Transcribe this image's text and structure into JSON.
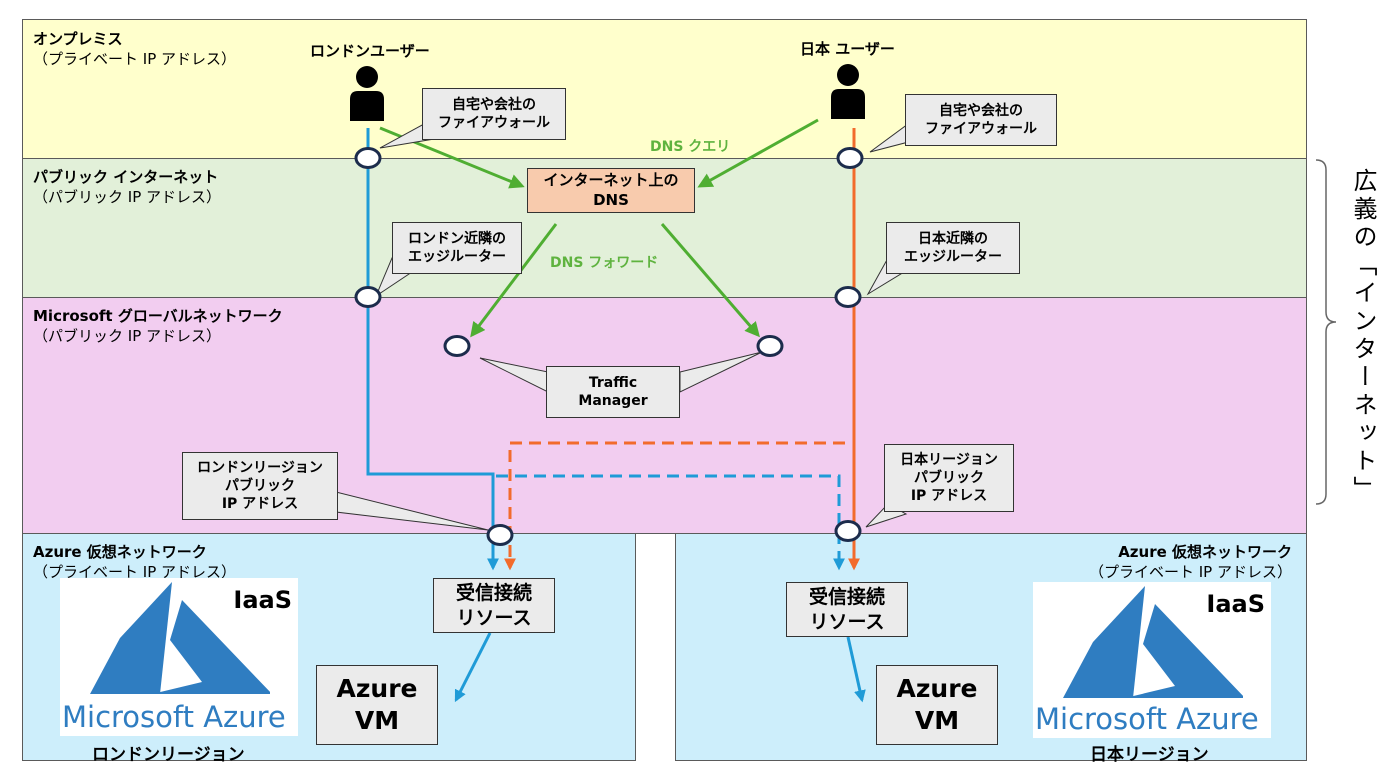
{
  "bands": {
    "onprem": {
      "title": "オンプレミス",
      "sub": "（プライベート IP アドレス）"
    },
    "public_internet": {
      "title": "パブリック インターネット",
      "sub": "（パブリック IP アドレス）"
    },
    "ms_global": {
      "title": "Microsoft グローバルネットワーク",
      "sub": "（パブリック IP アドレス）"
    },
    "azure_vnet_left": {
      "title": "Azure 仮想ネットワーク",
      "sub": "（プライベート IP アドレス）"
    },
    "azure_vnet_right": {
      "title": "Azure 仮想ネットワーク",
      "sub": "（プライベート IP アドレス）"
    }
  },
  "users": {
    "london": "ロンドンユーザー",
    "japan": "日本 ユーザー"
  },
  "callouts": {
    "firewall_left_l1": "自宅や会社の",
    "firewall_left_l2": "ファイアウォール",
    "firewall_right_l1": "自宅や会社の",
    "firewall_right_l2": "ファイアウォール",
    "edge_london_l1": "ロンドン近隣の",
    "edge_london_l2": "エッジルーター",
    "edge_japan_l1": "日本近隣の",
    "edge_japan_l2": "エッジルーター",
    "tm_l1": "Traffic",
    "tm_l2": "Manager",
    "london_region_ip_l1": "ロンドンリージョン",
    "london_region_ip_l2": "パブリック",
    "london_region_ip_l3": "IP アドレス",
    "japan_region_ip_l1": "日本リージョン",
    "japan_region_ip_l2": "パブリック",
    "japan_region_ip_l3": "IP アドレス"
  },
  "dns": {
    "l1": "インターネット上の",
    "l2": "DNS"
  },
  "flow_labels": {
    "dns_query": "DNS クエリ",
    "dns_forward": "DNS フォワード"
  },
  "receivers": {
    "left_l1": "受信接続",
    "left_l2": "リソース",
    "right_l1": "受信接続",
    "right_l2": "リソース"
  },
  "vms": {
    "left_l1": "Azure",
    "left_l2": "VM",
    "right_l1": "Azure",
    "right_l2": "VM"
  },
  "logos": {
    "iaas": "IaaS",
    "brand": "Microsoft Azure"
  },
  "regions": {
    "london": "ロンドンリージョン",
    "japan": "日本リージョン"
  },
  "side_label": "広義の「インターネット」",
  "colors": {
    "onprem": "#ffffcc",
    "internet": "#e2f0d9",
    "msnet": "#f2cdf0",
    "azure": "#cdeefb",
    "london_line": "#1f9bd7",
    "japan_line": "#f26b2c",
    "green_arrow": "#4fae32",
    "dns_fill": "#f8cbad",
    "azure_logo": "#2f7dc1"
  }
}
